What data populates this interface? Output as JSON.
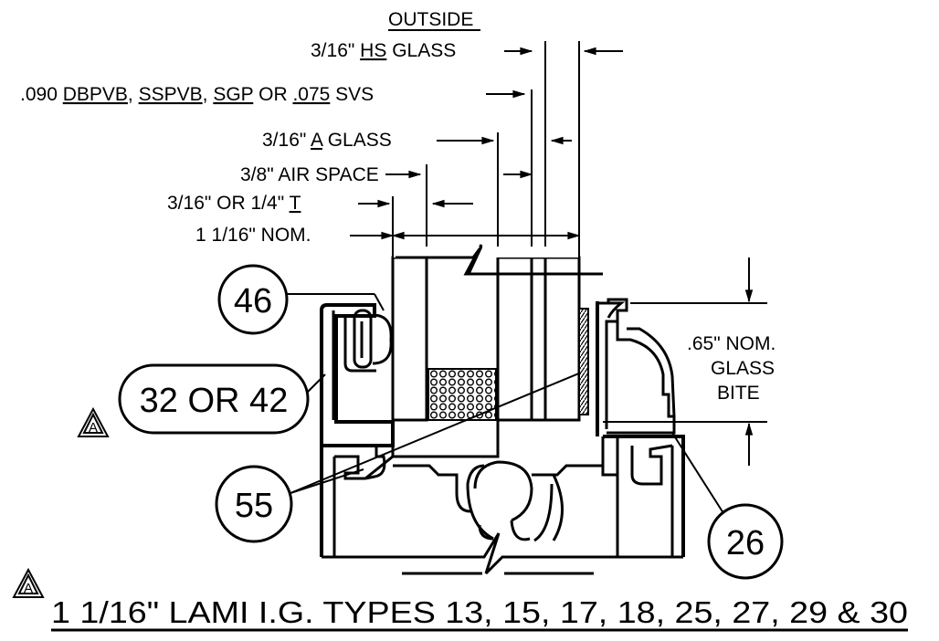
{
  "labels": {
    "outside": "OUTSIDE",
    "hs_glass_a": "3/16\" ",
    "hs_glass_b": "HS",
    "hs_glass_c": " GLASS",
    "interlayer_a": ".090 ",
    "interlayer_b": "DBPVB",
    "interlayer_c": ", ",
    "interlayer_d": "SSPVB",
    "interlayer_e": ", ",
    "interlayer_f": "SGP",
    "interlayer_g": " OR ",
    "interlayer_h": ".075",
    "interlayer_i": " SVS",
    "a_glass_a": "3/16\" ",
    "a_glass_b": "A",
    "a_glass_c": " GLASS",
    "air_space": "3/8\" AIR SPACE",
    "t_glass_a": "3/16\" OR 1/4\" ",
    "t_glass_b": "T",
    "nominal": "1 1/16\" NOM.",
    "glass_bite_1": ".65\" NOM.",
    "glass_bite_2": "GLASS",
    "glass_bite_3": "BITE"
  },
  "callouts": {
    "c46": "46",
    "c32": "32 OR 42",
    "c55": "55",
    "c26": "26"
  },
  "revision_mark": "A",
  "title": "1 1/16\" LAMI I.G. TYPES 13, 15, 17, 18, 25, 27, 29 & 30"
}
